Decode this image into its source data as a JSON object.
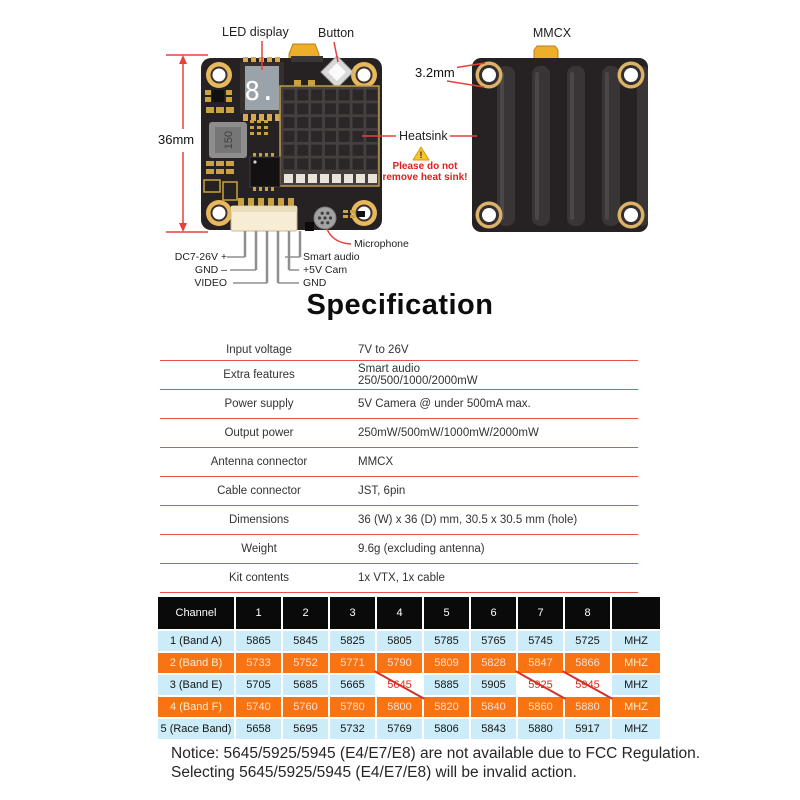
{
  "diagram": {
    "front_view": {
      "led_display_label": "LED display",
      "button_label": "Button",
      "board_dimension_label": "36mm",
      "led_digit": "8.",
      "inductor_marking": "150",
      "pins_left": [
        "DC7-26V +",
        "GND –",
        "VIDEO"
      ],
      "pins_right": [
        "Smart audio",
        "+5V Cam",
        "GND"
      ],
      "microphone_label": "Microphone"
    },
    "back_view": {
      "mmcx_label": "MMCX",
      "hole_dimension_label": "3.2mm"
    },
    "shared": {
      "heatsink_label": "Heatsink",
      "warning_line1": "Please do not",
      "warning_line2": "remove heat sink!"
    }
  },
  "specification": {
    "title": "Specification",
    "rows": [
      {
        "label": "Input voltage",
        "value_lines": [
          "7V to 26V"
        ]
      },
      {
        "label": "Extra features",
        "value_lines": [
          "Smart audio",
          "250/500/1000/2000mW"
        ]
      },
      {
        "label": "Power supply",
        "value_lines": [
          "5V Camera @ under  500mA max."
        ]
      },
      {
        "label": "Output power",
        "value_lines": [
          "250mW/500mW/1000mW/2000mW"
        ]
      },
      {
        "label": "Antenna connector",
        "value_lines": [
          "MMCX"
        ]
      },
      {
        "label": "Cable connector",
        "value_lines": [
          "JST, 6pin"
        ]
      },
      {
        "label": "Dimensions",
        "value_lines": [
          "36 (W) x 36 (D) mm, 30.5 x 30.5 mm (hole)"
        ]
      },
      {
        "label": "Weight",
        "value_lines": [
          "9.6g (excluding antenna)"
        ]
      },
      {
        "label": "Kit contents",
        "value_lines": [
          "1x VTX, 1x cable"
        ]
      }
    ]
  },
  "channel_table": {
    "header": [
      "Channel",
      "1",
      "2",
      "3",
      "4",
      "5",
      "6",
      "7",
      "8",
      ""
    ],
    "unit": "MHZ",
    "rows": [
      {
        "label": "1 (Band A)",
        "style": "blue",
        "values": [
          "5865",
          "5845",
          "5825",
          "5805",
          "5785",
          "5765",
          "5745",
          "5725"
        ],
        "restricted": []
      },
      {
        "label": "2 (Band B)",
        "style": "orange",
        "values": [
          "5733",
          "5752",
          "5771",
          "5790",
          "5809",
          "5828",
          "5847",
          "5866"
        ],
        "restricted": []
      },
      {
        "label": "3 (Band E)",
        "style": "blue",
        "values": [
          "5705",
          "5685",
          "5665",
          "5645",
          "5885",
          "5905",
          "5925",
          "5945"
        ],
        "restricted": [
          3,
          6,
          7
        ]
      },
      {
        "label": "4 (Band F)",
        "style": "orange",
        "values": [
          "5740",
          "5760",
          "5780",
          "5800",
          "5820",
          "5840",
          "5860",
          "5880"
        ],
        "restricted": []
      },
      {
        "label": "5 (Race Band)",
        "style": "blue",
        "values": [
          "5658",
          "5695",
          "5732",
          "5769",
          "5806",
          "5843",
          "5880",
          "5917"
        ],
        "restricted": []
      }
    ]
  },
  "notice": {
    "line1": "Notice: 5645/5925/5945 (E4/E7/E8) are not available due to FCC Regulation.",
    "line2": "Selecting 5645/5925/5945 (E4/E7/E8) will be invalid action."
  },
  "colors": {
    "accent_red": "#e6403a",
    "warning_red": "#e01f1f",
    "band_orange": "#f87413",
    "band_blue": "#cbecf8",
    "header_black": "#0a0a0a",
    "board_dark": "#262223",
    "gold": "#e8b85c"
  }
}
